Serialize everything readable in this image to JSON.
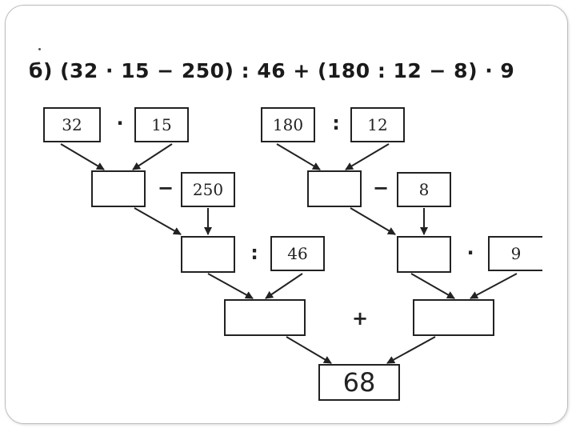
{
  "title": "б) (32 · 15 − 250) : 46 + (180 : 12 − 8) · 9",
  "left": {
    "a": "32",
    "op1": "·",
    "b": "15",
    "op2": "−",
    "c": "250",
    "op3": ":",
    "d": "46"
  },
  "right": {
    "a": "180",
    "op1": ":",
    "b": "12",
    "op2": "−",
    "c": "8",
    "op3": "·",
    "d": "9"
  },
  "plus": "+",
  "result": "68"
}
